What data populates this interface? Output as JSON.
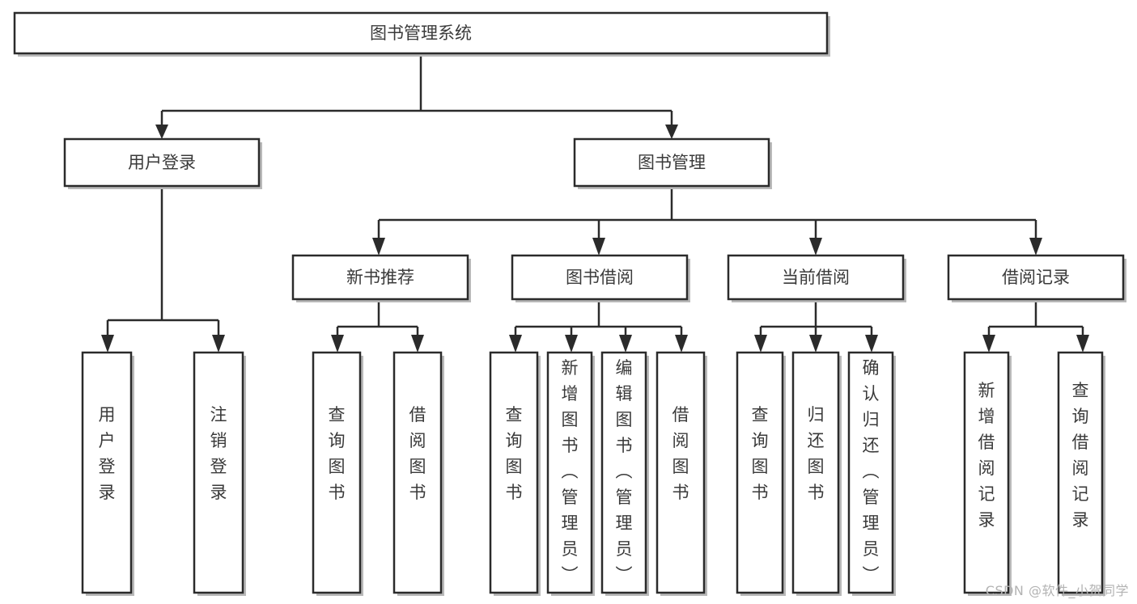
{
  "diagram": {
    "title": "图书管理系统",
    "type": "tree-hierarchy-diagram",
    "colors": {
      "box_stroke": "#2b2b2b",
      "box_fill": "#ffffff",
      "text": "#3a3a3a",
      "shadow": "#b9b9b9",
      "watermark": "#b3b3b3",
      "background": "#ffffff"
    },
    "root": {
      "label": "图书管理系统",
      "orientation": "horizontal"
    },
    "level2": [
      {
        "label": "用户登录",
        "orientation": "horizontal"
      },
      {
        "label": "图书管理",
        "orientation": "horizontal"
      }
    ],
    "level3": [
      {
        "label": "新书推荐",
        "orientation": "horizontal"
      },
      {
        "label": "图书借阅",
        "orientation": "horizontal"
      },
      {
        "label": "当前借阅",
        "orientation": "horizontal"
      },
      {
        "label": "借阅记录",
        "orientation": "horizontal"
      }
    ],
    "leaves": {
      "user_login": [
        {
          "label": "用户登录",
          "orientation": "vertical"
        },
        {
          "label": "注销登录",
          "orientation": "vertical"
        }
      ],
      "new_book_recommend": [
        {
          "label": "查询图书",
          "orientation": "vertical"
        },
        {
          "label": "借阅图书",
          "orientation": "vertical"
        }
      ],
      "book_borrow": [
        {
          "label": "查询图书",
          "orientation": "vertical"
        },
        {
          "label": "新增图书（管理员）",
          "orientation": "vertical"
        },
        {
          "label": "编辑图书（管理员）",
          "orientation": "vertical"
        },
        {
          "label": "借阅图书",
          "orientation": "vertical"
        }
      ],
      "current_borrow": [
        {
          "label": "查询图书",
          "orientation": "vertical"
        },
        {
          "label": "归还图书",
          "orientation": "vertical"
        },
        {
          "label": "确认归还（管理员）",
          "orientation": "vertical"
        }
      ],
      "borrow_record": [
        {
          "label": "新增借阅记录",
          "orientation": "vertical"
        },
        {
          "label": "查询借阅记录",
          "orientation": "vertical"
        }
      ]
    }
  },
  "watermark": {
    "text": "CSDN @软件_小贺同学"
  }
}
